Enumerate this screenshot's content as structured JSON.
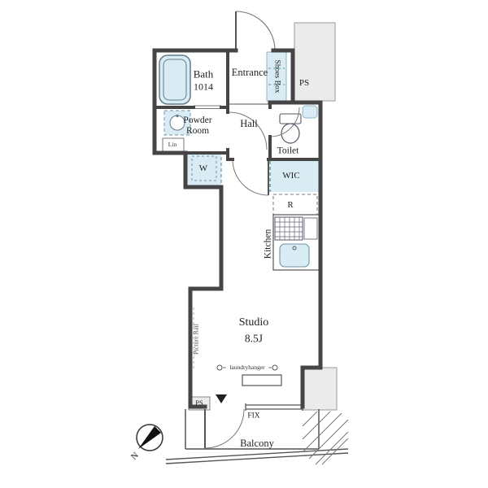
{
  "plan": {
    "rooms": {
      "bath": {
        "label": "Bath",
        "number": "1014"
      },
      "entrance": {
        "label": "Entrance"
      },
      "shoes_box": {
        "label": "Shoes Box"
      },
      "ps_top": {
        "label": "PS"
      },
      "powder_room": {
        "label": "Powder Room"
      },
      "linen": {
        "label": "Lin"
      },
      "hall": {
        "label": "Hall"
      },
      "toilet": {
        "label": "Toilet"
      },
      "washer": {
        "label": "W"
      },
      "wic": {
        "label": "WIC"
      },
      "refrigerator": {
        "label": "R"
      },
      "kitchen": {
        "label": "Kitchen"
      },
      "studio": {
        "label": "Studio",
        "size": "8.5J"
      },
      "balcony": {
        "label": "Balcony"
      },
      "ps_bottom": {
        "label": "PS"
      }
    },
    "annotations": {
      "picture_rail": "Picture Rail",
      "laundry_hanger": "laundryhanger",
      "fix_window": "FIX",
      "compass_north": "N"
    },
    "colors": {
      "wet_area": "#d9ebf3",
      "shaft": "#ebebeb",
      "wall": "#454545"
    }
  }
}
